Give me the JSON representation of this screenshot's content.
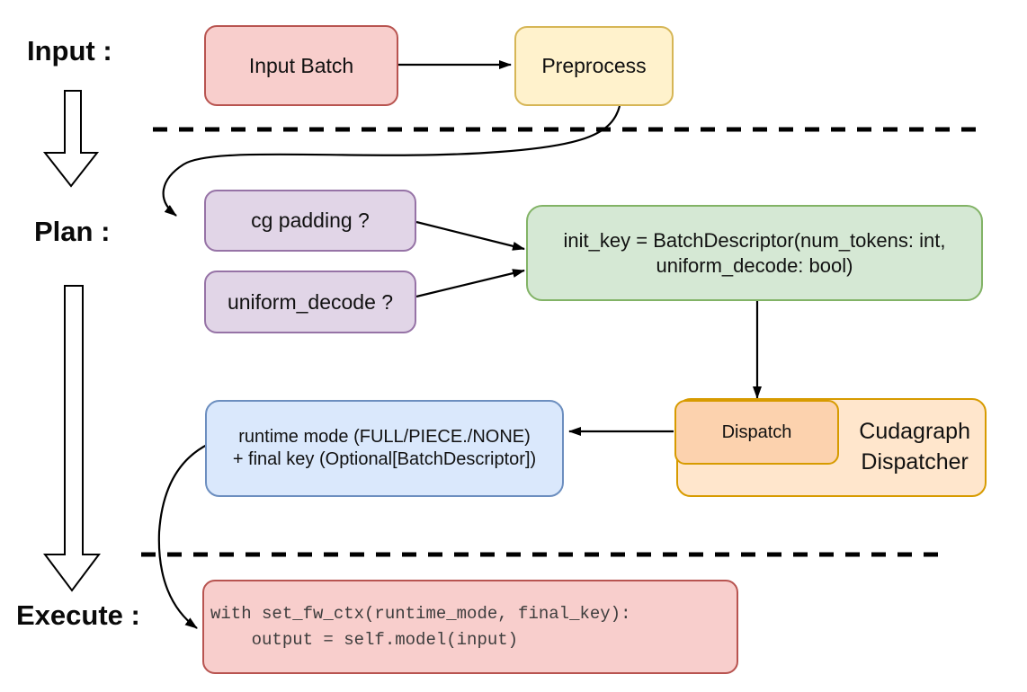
{
  "labels": {
    "input": "Input :",
    "plan": "Plan :",
    "execute": "Execute :"
  },
  "nodes": {
    "input_batch": {
      "label": "Input Batch",
      "fill": "#f8cecc",
      "stroke": "#b85450"
    },
    "preprocess": {
      "label": "Preprocess",
      "fill": "#fff2cc",
      "stroke": "#d6b656"
    },
    "cg_padding": {
      "label": "cg padding ?",
      "fill": "#e1d5e7",
      "stroke": "#9673a6"
    },
    "uniform_decode": {
      "label": "uniform_decode ?",
      "fill": "#e1d5e7",
      "stroke": "#9673a6"
    },
    "init_key": {
      "line1": "init_key = BatchDescriptor(num_tokens: int,",
      "line2": "uniform_decode: bool)",
      "fill": "#d5e8d4",
      "stroke": "#82b366"
    },
    "runtime_mode": {
      "line1": "runtime mode (FULL/PIECE./NONE)",
      "line2": "+ final key (Optional[BatchDescriptor])",
      "fill": "#dae8fc",
      "stroke": "#6c8ebf"
    },
    "dispatch": {
      "label": "Dispatch",
      "fill": "#fcd2ae",
      "stroke": "#d79b00"
    },
    "cudagraph_dispatcher": {
      "line1": "Cudagraph",
      "line2": "Dispatcher",
      "fill": "#ffe6cc",
      "stroke": "#d79b00"
    },
    "execute_code": {
      "line1": "with set_fw_ctx(runtime_mode, final_key):",
      "line2": "    output = self.model(input)",
      "fill": "#f8cecc",
      "stroke": "#b85450"
    }
  }
}
